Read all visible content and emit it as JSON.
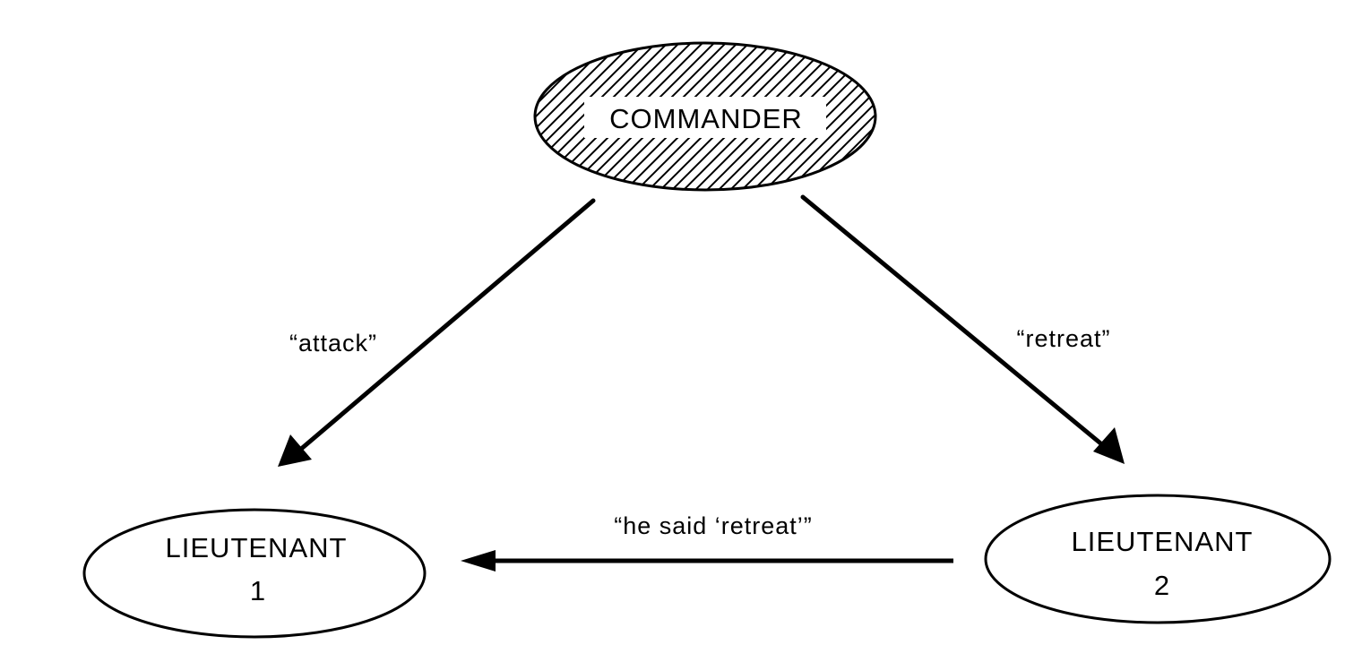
{
  "nodes": {
    "commander": {
      "label": "COMMANDER",
      "style": "hatched"
    },
    "lieutenant_1": {
      "label_line1": "LIEUTENANT",
      "label_line2": "1"
    },
    "lieutenant_2": {
      "label_line1": "LIEUTENANT",
      "label_line2": "2"
    }
  },
  "edges": [
    {
      "from": "commander",
      "to": "lieutenant_1",
      "label": "“attack”"
    },
    {
      "from": "commander",
      "to": "lieutenant_2",
      "label": "“retreat”"
    },
    {
      "from": "lieutenant_2",
      "to": "lieutenant_1",
      "label": "“he said ‘retreat’”"
    }
  ],
  "colors": {
    "stroke": "#000000",
    "background": "#ffffff"
  }
}
